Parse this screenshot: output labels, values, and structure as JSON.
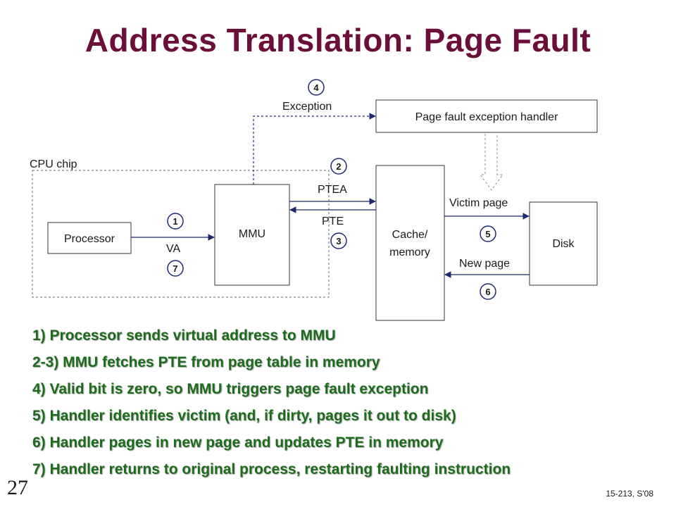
{
  "title": "Address Translation: Page Fault",
  "diagram": {
    "cpu_chip_label": "CPU chip",
    "processor_label": "Processor",
    "mmu_label": "MMU",
    "cache_label_line1": "Cache/",
    "cache_label_line2": "memory",
    "disk_label": "Disk",
    "handler_label": "Page fault exception handler",
    "exception_label": "Exception",
    "ptea_label": "PTEA",
    "pte_label": "PTE",
    "va_label": "VA",
    "victim_label": "Victim page",
    "newpage_label": "New page",
    "step_numbers": [
      "1",
      "2",
      "3",
      "4",
      "5",
      "6",
      "7"
    ]
  },
  "steps": [
    "1) Processor sends virtual address to MMU",
    "2-3) MMU fetches PTE from page table in memory",
    "4) Valid bit is zero, so MMU triggers page fault exception",
    "5) Handler identifies victim (and, if dirty, pages it out to disk)",
    "6) Handler pages in new page and updates PTE in memory",
    "7) Handler returns to original process, restarting faulting instruction"
  ],
  "footer": {
    "slide_number": "27",
    "course": "15-213, S'08"
  },
  "colors": {
    "title": "#6b0f3a",
    "steps_text": "#1e6b1e",
    "arrows": "#1f2a6e"
  }
}
